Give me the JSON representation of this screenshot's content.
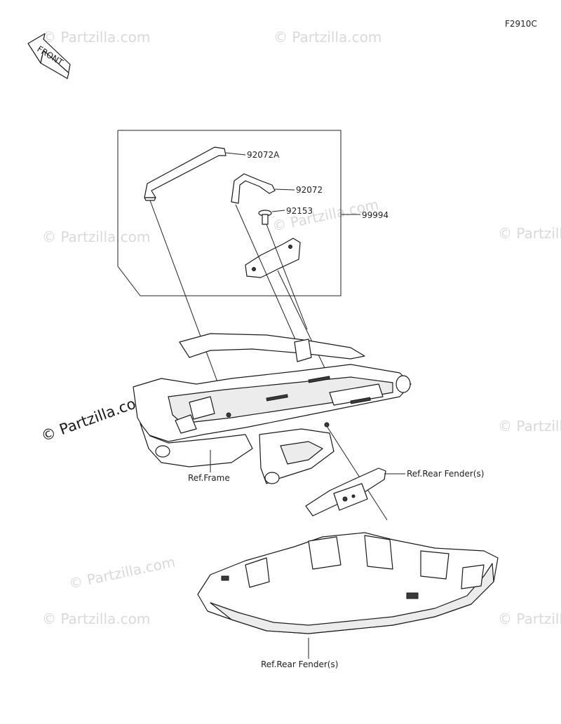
{
  "figure_code": "F2910C",
  "front_arrow_text": "FRONT",
  "watermark_text": "© Partzilla.com",
  "callouts": [
    {
      "id": "92072A",
      "label": "92072A"
    },
    {
      "id": "92072",
      "label": "92072"
    },
    {
      "id": "92153",
      "label": "92153"
    },
    {
      "id": "99994",
      "label": "99994"
    }
  ],
  "references": {
    "frame": "Ref.Frame",
    "rear_fender_upper": "Ref.Rear Fender(s)",
    "rear_fender_lower": "Ref.Rear Fender(s)"
  }
}
